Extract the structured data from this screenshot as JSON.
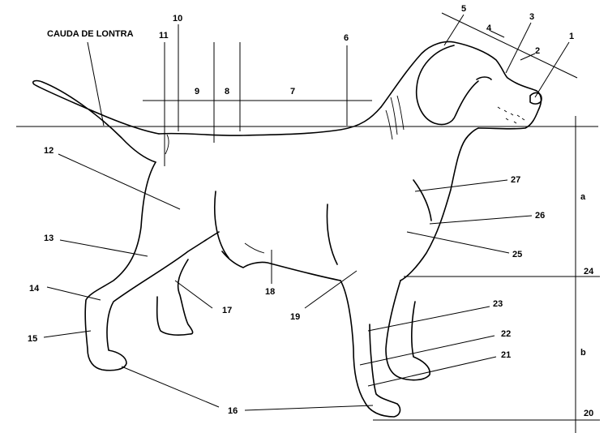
{
  "diagram": {
    "tail_label": "CAUDA DE LONTRA",
    "labels": {
      "n1": "1",
      "n2": "2",
      "n3": "3",
      "n4": "4",
      "n5": "5",
      "n6": "6",
      "n7": "7",
      "n8": "8",
      "n9": "9",
      "n10": "10",
      "n11": "11",
      "n12": "12",
      "n13": "13",
      "n14": "14",
      "n15": "15",
      "n16": "16",
      "n17": "17",
      "n18": "18",
      "n19": "19",
      "n20": "20",
      "n21": "21",
      "n22": "22",
      "n23": "23",
      "n24": "24",
      "n25": "25",
      "n26": "26",
      "n27": "27",
      "a": "a",
      "b": "b"
    }
  }
}
